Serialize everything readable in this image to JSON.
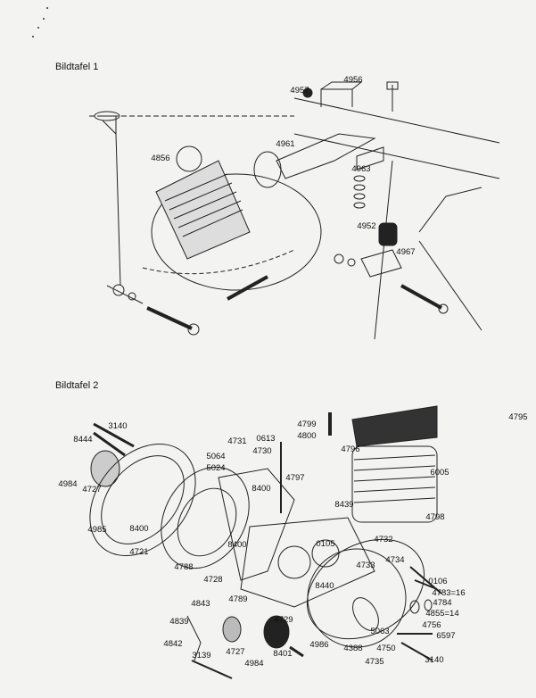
{
  "figure1": {
    "title": "Bildtafel 1",
    "labels": [
      "4957",
      "4956",
      "4961",
      "4856",
      "4963",
      "4952",
      "4967"
    ]
  },
  "figure2": {
    "title": "Bildtafel 2",
    "labels": [
      "3140",
      "8444",
      "4731",
      "0613",
      "4730",
      "5064",
      "5024",
      "4795",
      "4799",
      "4800",
      "4796",
      "6005",
      "4984",
      "4727",
      "4797",
      "8400",
      "8439",
      "4798",
      "4985",
      "8400",
      "4721",
      "8400",
      "0105",
      "4732",
      "4788",
      "4734",
      "4733",
      "4728",
      "8440",
      "0106",
      "4783=16",
      "4789",
      "4784",
      "4843",
      "4855=14",
      "4839",
      "4729",
      "4756",
      "4842",
      "5063",
      "6597",
      "4986",
      "4388",
      "4750",
      "8401",
      "4727",
      "3139",
      "4984",
      "4735",
      "3140"
    ]
  }
}
